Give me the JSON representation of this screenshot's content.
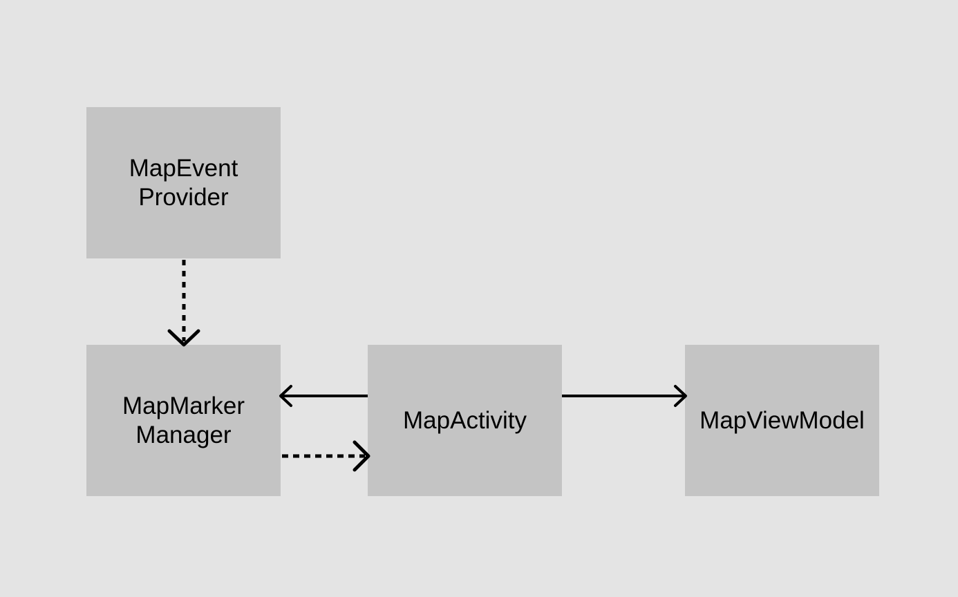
{
  "diagram": {
    "background_color": "#e4e4e4",
    "node_color": "#c4c4c4",
    "edge_color": "#000000",
    "nodes": {
      "event_provider": {
        "label": "MapEvent\nProvider"
      },
      "marker_manager": {
        "label": "MapMarker\nManager"
      },
      "map_activity": {
        "label": "MapActivity"
      },
      "view_model": {
        "label": "MapViewModel"
      }
    },
    "edges": [
      {
        "from": "MapEvent Provider",
        "to": "MapMarker Manager",
        "style": "dashed",
        "head": "open-arrow"
      },
      {
        "from": "MapActivity",
        "to": "MapMarker Manager",
        "style": "solid",
        "head": "open-arrow"
      },
      {
        "from": "MapMarker Manager",
        "to": "MapActivity",
        "style": "dashed",
        "head": "open-arrow"
      },
      {
        "from": "MapActivity",
        "to": "MapViewModel",
        "style": "solid",
        "head": "open-arrow"
      }
    ]
  }
}
